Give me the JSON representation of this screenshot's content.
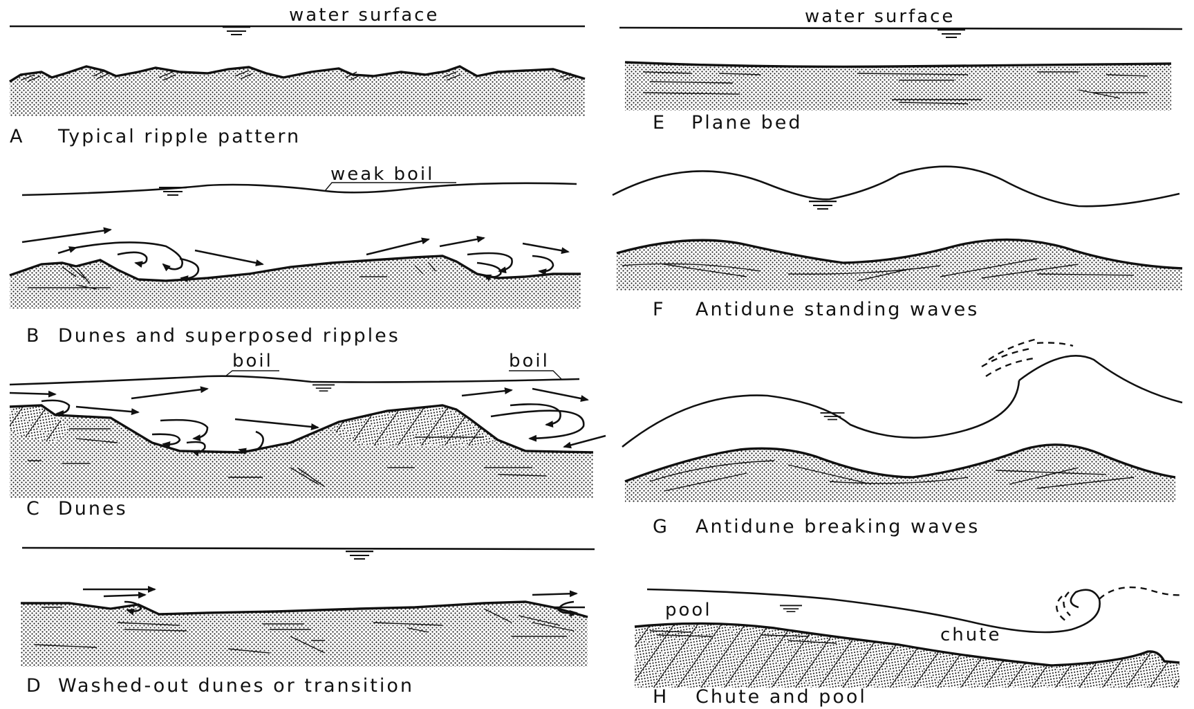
{
  "panels": {
    "A": {
      "letter": "A",
      "caption": "Typical ripple pattern",
      "label_water": "water surface"
    },
    "B": {
      "letter": "B",
      "caption": "Dunes and superposed ripples",
      "label_boil": "weak boil"
    },
    "C": {
      "letter": "C",
      "caption": "Dunes",
      "label_boil_1": "boil",
      "label_boil_2": "boil"
    },
    "D": {
      "letter": "D",
      "caption": "Washed-out dunes or transition"
    },
    "E": {
      "letter": "E",
      "caption": "Plane bed",
      "label_water": "water surface"
    },
    "F": {
      "letter": "F",
      "caption": "Antidune standing waves"
    },
    "G": {
      "letter": "G",
      "caption": "Antidune breaking waves"
    },
    "H": {
      "letter": "H",
      "caption": "Chute and pool",
      "label_pool": "pool",
      "label_chute": "chute"
    }
  }
}
